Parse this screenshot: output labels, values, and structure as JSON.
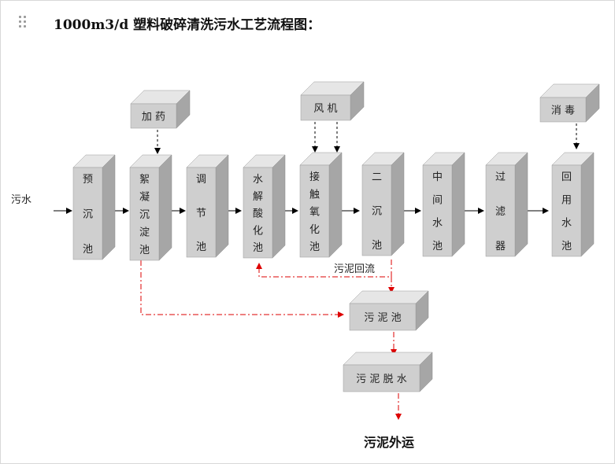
{
  "title": "1000m3/d 塑料破碎清洗污水工艺流程图：",
  "input_label": "污水",
  "process_units": [
    {
      "id": "pre-settling-tank",
      "chars": [
        "预",
        "沉",
        "池"
      ]
    },
    {
      "id": "flocculation-settling-tank",
      "chars": [
        "絮",
        "凝",
        "沉",
        "淀",
        "池"
      ]
    },
    {
      "id": "equalization-tank",
      "chars": [
        "调",
        "节",
        "池"
      ]
    },
    {
      "id": "hydrolysis-acidification-tank",
      "chars": [
        "水",
        "解",
        "酸",
        "化",
        "池"
      ]
    },
    {
      "id": "contact-oxidation-tank",
      "chars": [
        "接",
        "触",
        "氧",
        "化",
        "池"
      ]
    },
    {
      "id": "secondary-settling-tank",
      "chars": [
        "二",
        "沉",
        "池"
      ]
    },
    {
      "id": "intermediate-water-tank",
      "chars": [
        "中",
        "间",
        "水",
        "池"
      ]
    },
    {
      "id": "filter",
      "chars": [
        "过",
        "滤",
        "器"
      ]
    },
    {
      "id": "reuse-water-tank",
      "chars": [
        "回",
        "用",
        "水",
        "池"
      ]
    }
  ],
  "auxiliary": {
    "dosing": "加 药",
    "blower": "风 机",
    "disinfection": "消 毒"
  },
  "sludge": {
    "return_label": "污泥回流",
    "sludge_tank": "污 泥 池",
    "dewatering": "污 泥 脱 水",
    "final": "污泥外运"
  },
  "colors": {
    "box_front": "#cfcfcf",
    "box_top": "#e6e6e6",
    "box_side": "#a6a6a6",
    "sludge_line": "#dd0000",
    "flow_line": "#000000"
  }
}
